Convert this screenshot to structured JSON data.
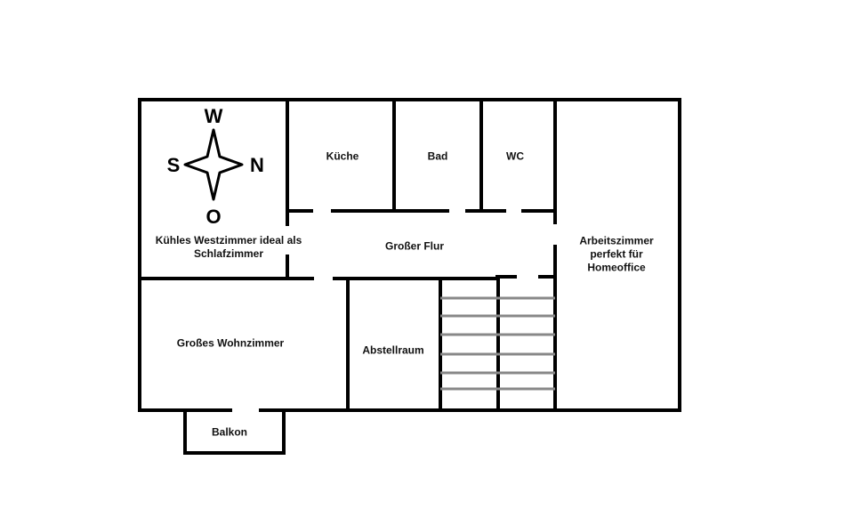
{
  "rooms": {
    "kueche": "Küche",
    "bad": "Bad",
    "wc": "WC",
    "westzimmer_line1": "Kühles Westzimmer ideal als",
    "westzimmer_line2": "Schlafzimmer",
    "flur": "Großer Flur",
    "arbeitszimmer_line1": "Arbeitszimmer",
    "arbeitszimmer_line2": "perfekt für",
    "arbeitszimmer_line3": "Homeoffice",
    "wohnzimmer": "Großes Wohnzimmer",
    "abstellraum": "Abstellraum",
    "balkon": "Balkon"
  },
  "compass": {
    "top": "W",
    "left": "S",
    "right": "N",
    "bottom": "O",
    "icon": "compass-rose-icon"
  },
  "colors": {
    "wall": "#000000",
    "stairs": "#888888"
  }
}
